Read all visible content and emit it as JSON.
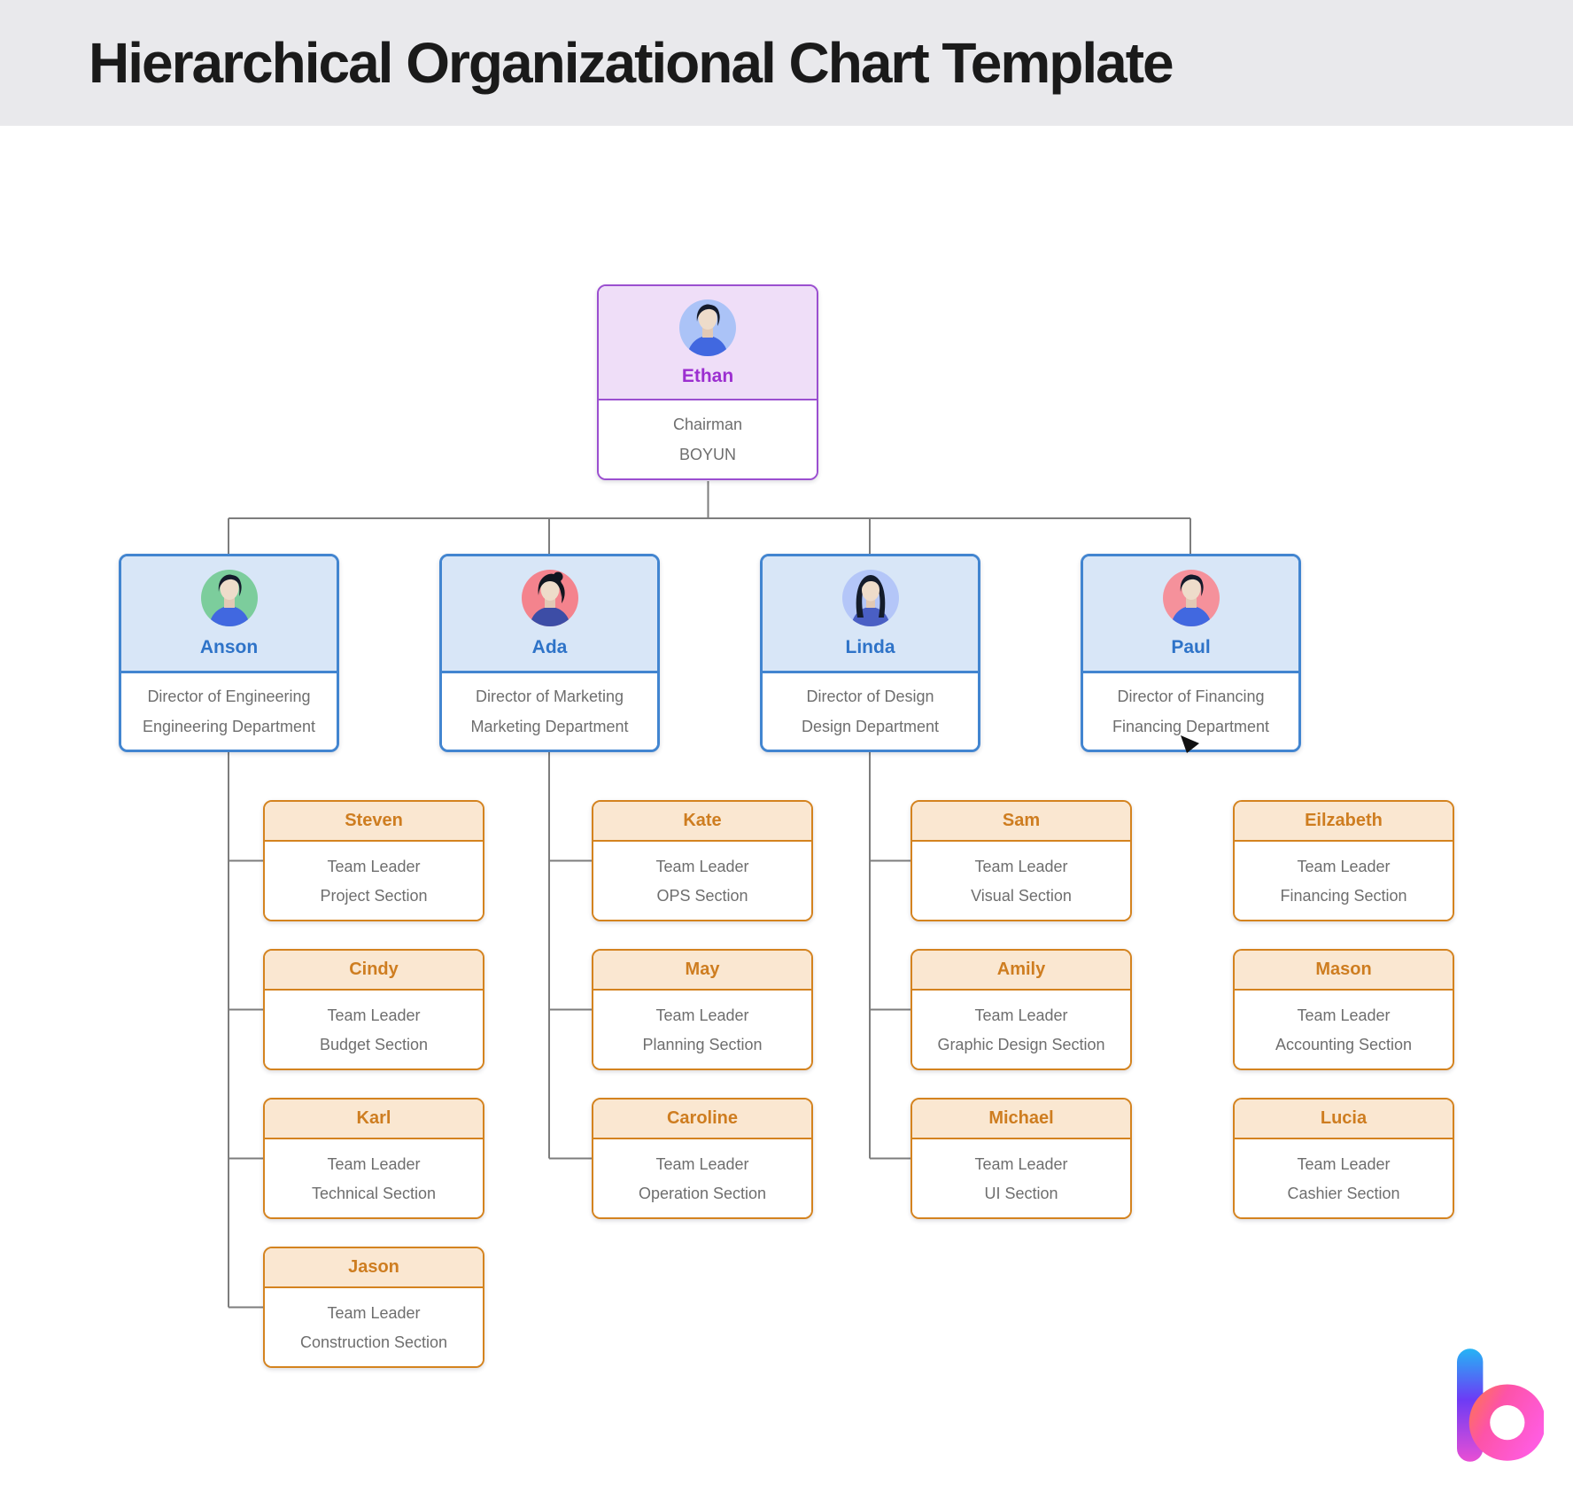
{
  "title": "Hierarchical Organizational Chart Template",
  "theme": {
    "title_bar_bg": "#e9e9ec",
    "title_color": "#1a1a1a",
    "level1_accent": "#9b4fd0",
    "level2_accent": "#4285d0",
    "level3_accent": "#d4831f",
    "body_text": "#6e6e6e",
    "connector": "#7d7d7d"
  },
  "root": {
    "name": "Ethan",
    "line1": "Chairman",
    "line2": "BOYUN",
    "avatar": {
      "icon": "man-avatar",
      "bg": "#abc3f7"
    }
  },
  "directors": [
    {
      "name": "Anson",
      "line1": "Director of Engineering",
      "line2": "Engineering Department",
      "avatar": {
        "icon": "man-avatar",
        "bg": "#7ccd9c"
      },
      "team": [
        {
          "name": "Steven",
          "line1": "Team Leader",
          "line2": "Project Section"
        },
        {
          "name": "Cindy",
          "line1": "Team Leader",
          "line2": "Budget Section"
        },
        {
          "name": "Karl",
          "line1": "Team Leader",
          "line2": "Technical Section"
        },
        {
          "name": "Jason",
          "line1": "Team Leader",
          "line2": "Construction Section"
        }
      ]
    },
    {
      "name": "Ada",
      "line1": "Director of Marketing",
      "line2": "Marketing Department",
      "avatar": {
        "icon": "woman-bun-avatar",
        "bg": "#f4838d"
      },
      "team": [
        {
          "name": "Kate",
          "line1": "Team Leader",
          "line2": "OPS Section"
        },
        {
          "name": "May",
          "line1": "Team Leader",
          "line2": "Planning Section"
        },
        {
          "name": "Caroline",
          "line1": "Team Leader",
          "line2": "Operation Section"
        }
      ]
    },
    {
      "name": "Linda",
      "line1": "Director of Design",
      "line2": "Design Department",
      "avatar": {
        "icon": "woman-long-hair-avatar",
        "bg": "#b4c6f8"
      },
      "team": [
        {
          "name": "Sam",
          "line1": "Team Leader",
          "line2": "Visual Section"
        },
        {
          "name": "Amily",
          "line1": "Team Leader",
          "line2": "Graphic Design Section"
        },
        {
          "name": "Michael",
          "line1": "Team Leader",
          "line2": "UI Section"
        }
      ]
    },
    {
      "name": "Paul",
      "line1": "Director of Financing",
      "line2": "Financing Department",
      "avatar": {
        "icon": "man-avatar",
        "bg": "#f5919b"
      },
      "team": [
        {
          "name": "Eilzabeth",
          "line1": "Team Leader",
          "line2": "Financing Section"
        },
        {
          "name": "Mason",
          "line1": "Team Leader",
          "line2": "Accounting Section"
        },
        {
          "name": "Lucia",
          "line1": "Team Leader",
          "line2": "Cashier Section"
        }
      ]
    }
  ],
  "branding": {
    "logo_icon": "b-logo"
  }
}
